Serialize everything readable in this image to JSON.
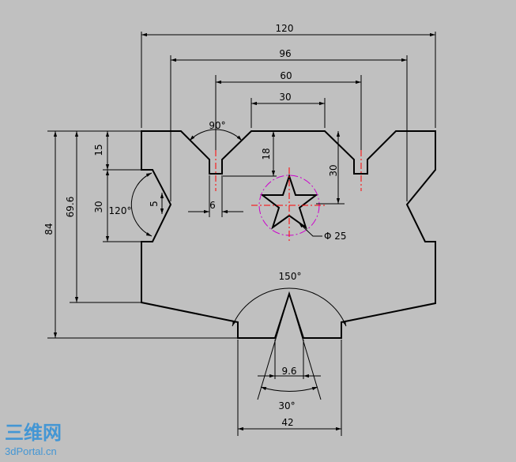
{
  "dimensions": {
    "width_120": "120",
    "width_96": "96",
    "width_60": "60",
    "width_30_top": "30",
    "angle_90": "90°",
    "depth_18": "18",
    "depth_30_right": "30",
    "height_15": "15",
    "height_69_6": "69.6",
    "height_84": "84",
    "height_30_left": "30",
    "angle_120": "120°",
    "depth_5": "5",
    "slot_6": "6",
    "diameter_25": "Φ 25",
    "angle_150": "150°",
    "width_9_6": "9.6",
    "angle_30": "30°",
    "width_42": "42"
  },
  "watermark": {
    "logo": "三维网",
    "site": "3dPortal.cn"
  },
  "colors": {
    "background": "#c0c0c0",
    "outline": "#000000",
    "centerline": "#ff0000",
    "circle": "#cc00cc",
    "watermark": "#2e8fd8"
  }
}
